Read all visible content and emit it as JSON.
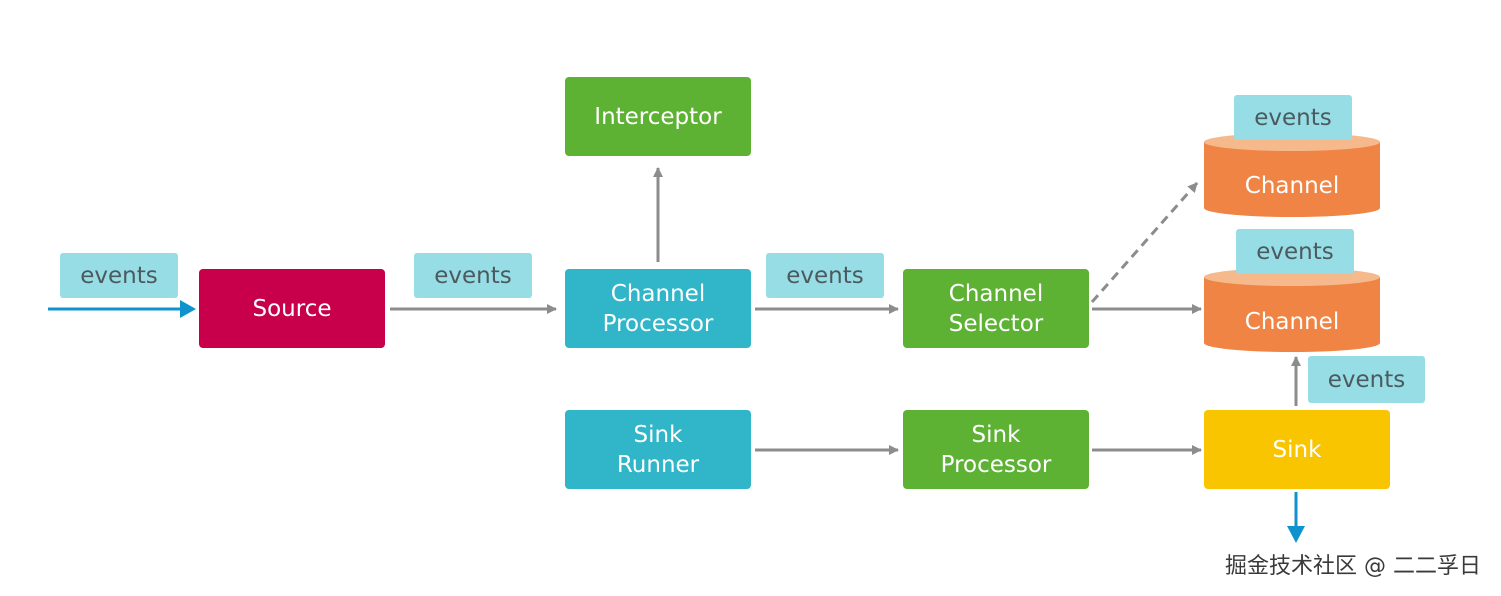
{
  "nodes": {
    "source": "Source",
    "interceptor": "Interceptor",
    "channel_processor": [
      "Channel",
      "Processor"
    ],
    "channel_selector": [
      "Channel",
      "Selector"
    ],
    "sink_runner": [
      "Sink",
      "Runner"
    ],
    "sink_processor": [
      "Sink",
      "Processor"
    ],
    "sink": "Sink",
    "channel_1": "Channel",
    "channel_2": "Channel"
  },
  "tags": {
    "events_input": "events",
    "events_source": "events",
    "events_processor": "events",
    "events_channel_1": "events",
    "events_channel_2": "events",
    "events_sink": "events"
  },
  "colors": {
    "source": "#c8004b",
    "processor": "#30b6c8",
    "green": "#5db234",
    "channel": "#f08445",
    "channel_top": "#f5b98c",
    "sink": "#f9c400",
    "tag": "#97dde6",
    "arrow_gray": "#8c8c8c",
    "arrow_blue": "#0f93cf"
  },
  "watermark": "掘金技术社区 @ 二二孚日"
}
